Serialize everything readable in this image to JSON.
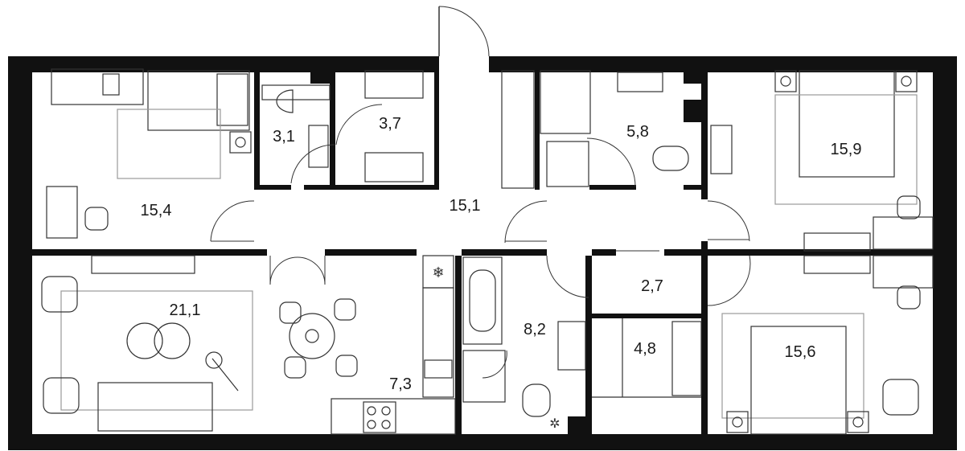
{
  "rooms": [
    {
      "id": "bedroom-west",
      "area": "15,4"
    },
    {
      "id": "bathroom-small",
      "area": "3,1"
    },
    {
      "id": "wardrobe-north",
      "area": "3,7"
    },
    {
      "id": "hall",
      "area": "15,1"
    },
    {
      "id": "bathroom-north",
      "area": "5,8"
    },
    {
      "id": "bedroom-northeast",
      "area": "15,9"
    },
    {
      "id": "living-room",
      "area": "21,1"
    },
    {
      "id": "kitchen",
      "area": "7,3"
    },
    {
      "id": "bathroom-central",
      "area": "8,2"
    },
    {
      "id": "corridor",
      "area": "2,7"
    },
    {
      "id": "wardrobe-south",
      "area": "4,8"
    },
    {
      "id": "bedroom-southeast",
      "area": "15,6"
    }
  ],
  "colors": {
    "wall": "#111111",
    "furniture": "#333333",
    "furniture_light": "#9a9a9a",
    "window": "#cfcfcf"
  },
  "icons": [
    "snowflake-icon",
    "sink-icon",
    "toilet-icon",
    "bathtub-icon",
    "shower-icon",
    "bed-icon",
    "sofa-icon",
    "armchair-icon",
    "stove-icon",
    "washing-machine-icon",
    "plant-icon",
    "floor-lamp-icon"
  ]
}
